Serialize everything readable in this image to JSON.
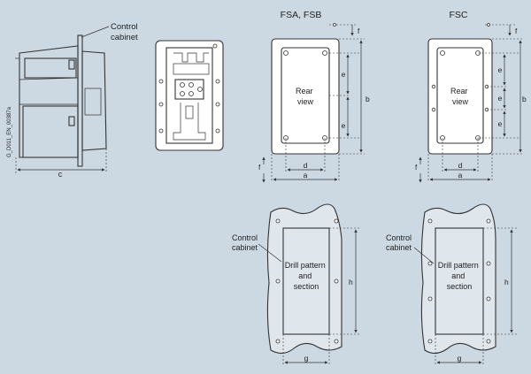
{
  "labels": {
    "control_cabinet": "Control\ncabinet",
    "fsa_fsb": "FSA, FSB",
    "fsc": "FSC",
    "rear_view": "Rear\nview",
    "drill_pattern": "Drill pattern\nand\nsection",
    "drawing_id": "G_D011_EN_00387a"
  },
  "dimensions": {
    "a": "a",
    "b": "b",
    "c": "c",
    "d": "d",
    "e": "e",
    "f": "f",
    "g": "g",
    "h": "h"
  }
}
